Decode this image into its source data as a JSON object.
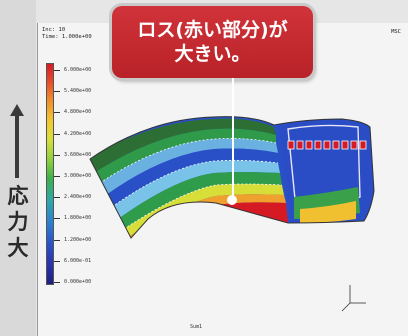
{
  "side_label": {
    "chars": [
      "応",
      "力",
      "大"
    ]
  },
  "sim": {
    "header_lines": [
      "Inc:   10",
      "Time:  1.000e+00"
    ],
    "header_right": "MSC",
    "footer": "Sum1",
    "legend": [
      "6.000e+00",
      "5.400e+00",
      "4.800e+00",
      "4.200e+00",
      "3.600e+00",
      "3.000e+00",
      "2.400e+00",
      "1.800e+00",
      "1.200e+00",
      "6.000e-01",
      "0.000e+00"
    ]
  },
  "callout": {
    "line1": "ロス(赤い部分)が",
    "line2": "大きい。"
  },
  "colors": {
    "callout": "#c42a30",
    "high": "#d61a24",
    "low": "#2a50c8"
  }
}
